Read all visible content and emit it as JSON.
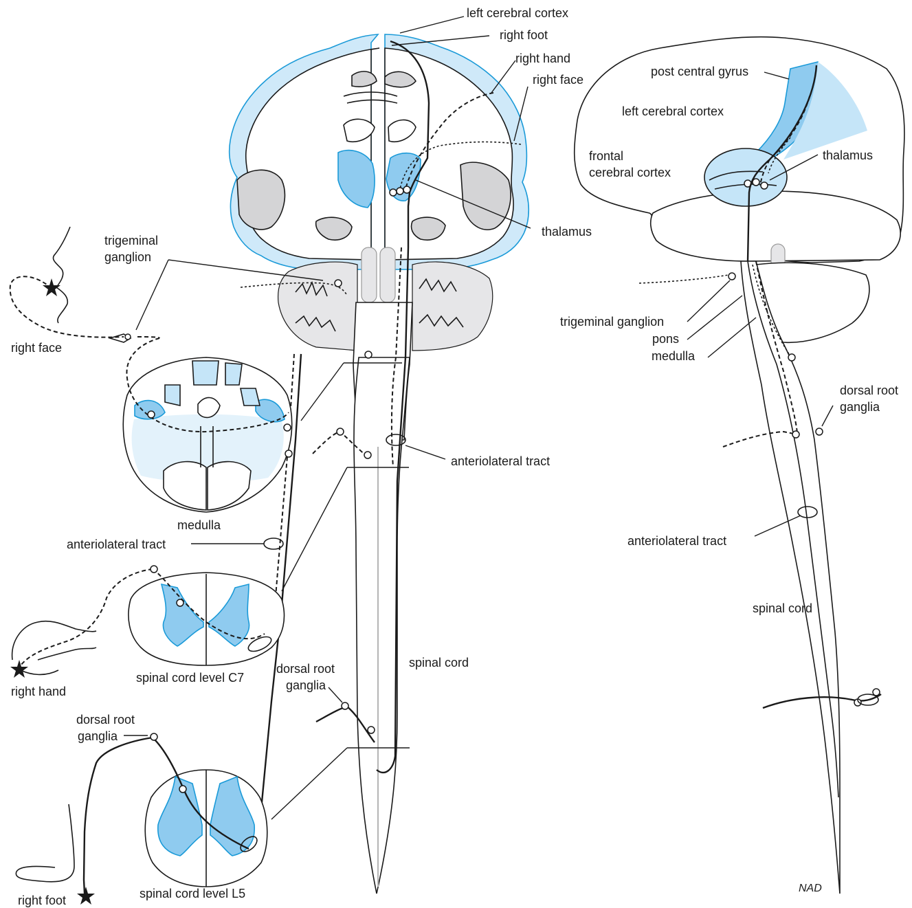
{
  "colors": {
    "sensory_blue": "#8fcbef",
    "light_blue": "#c5e5f8",
    "pale_blue": "#e3f2fb",
    "gray_matter": "#d4d4d6",
    "line": "#1a1a1a"
  },
  "labels": {
    "left_cerebral_cortex_top": "left cerebral cortex",
    "right_foot_top": "right foot",
    "right_hand_top": "right hand",
    "right_face_top": "right face",
    "thalamus_center": "thalamus",
    "trigeminal_ganglion_1": "trigeminal",
    "trigeminal_ganglion_2": "ganglion",
    "right_face_left": "right face",
    "medulla": "medulla",
    "anteriolateral_tract_left": "anteriolateral tract",
    "anteriolateral_tract_center": "anteriolateral tract",
    "right_hand_left": "right hand",
    "spinal_cord_c7": "spinal cord level C7",
    "dorsal_root_ganglia_mid_1": "dorsal root",
    "dorsal_root_ganglia_mid_2": "ganglia",
    "spinal_cord_center": "spinal cord",
    "dorsal_root_ganglia_left_1": "dorsal root",
    "dorsal_root_ganglia_left_2": "ganglia",
    "right_foot_left": "right foot",
    "spinal_cord_l5": "spinal cord level L5",
    "post_central_gyrus": "post central gyrus",
    "left_cerebral_cortex_right": "left cerebral cortex",
    "frontal_1": "frontal",
    "frontal_2": "cerebral cortex",
    "thalamus_right": "thalamus",
    "trigeminal_ganglion_right": "trigeminal ganglion",
    "pons": "pons",
    "medulla_right": "medulla",
    "dorsal_root_ganglia_right_1": "dorsal root",
    "dorsal_root_ganglia_right_2": "ganglia",
    "anteriolateral_tract_right": "anteriolateral tract",
    "spinal_cord_right": "spinal cord",
    "signature": "NAD"
  }
}
